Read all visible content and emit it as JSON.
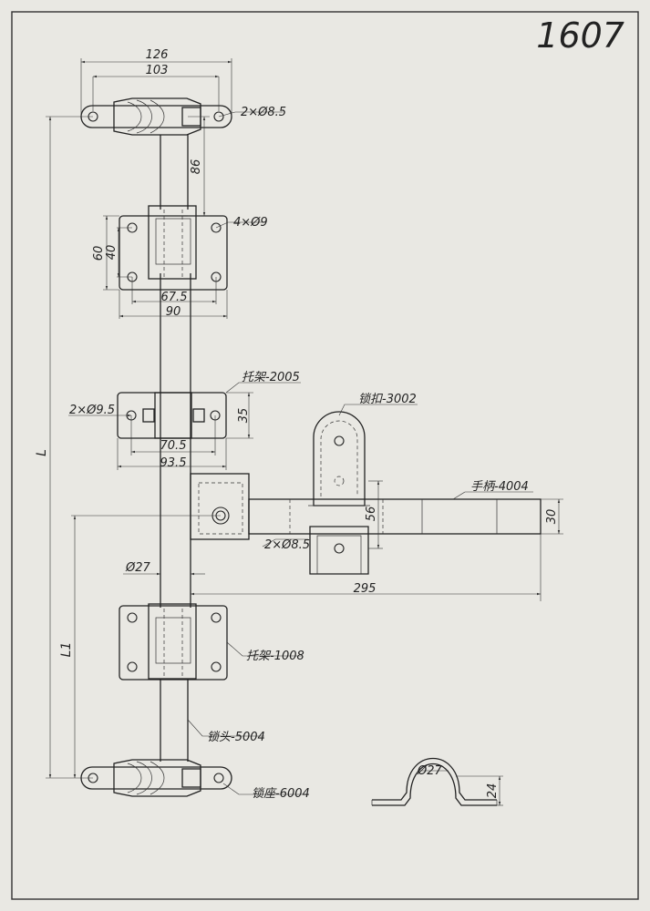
{
  "drawing": {
    "number": "1607",
    "background": "#e9e8e3",
    "line_color": "#222222"
  },
  "dimensions": {
    "width_126": "126",
    "width_103": "103",
    "holes_top": "2×Ø8.5",
    "length_86": "86",
    "holes_bracket": "4×Ø9",
    "height_60": "60",
    "height_40": "40",
    "width_67_5": "67.5",
    "width_90": "90",
    "length_L": "L",
    "holes_mid": "2×Ø9.5",
    "height_35": "35",
    "width_70_5": "70.5",
    "width_93_5": "93.5",
    "height_56": "56",
    "height_30": "30",
    "holes_catch": "2×Ø8.5",
    "dia_27": "Ø27",
    "length_295": "295",
    "length_L1": "L1",
    "clip_dia": "Ø27",
    "clip_height": "24"
  },
  "labels": {
    "bracket_2005": "托架-2005",
    "catch_3002": "锁扣-3002",
    "handle_4004": "手柄-4004",
    "bracket_1008": "托架-1008",
    "lock_head_5004": "锁头-5004",
    "lock_seat_6004": "锁座-6004"
  }
}
